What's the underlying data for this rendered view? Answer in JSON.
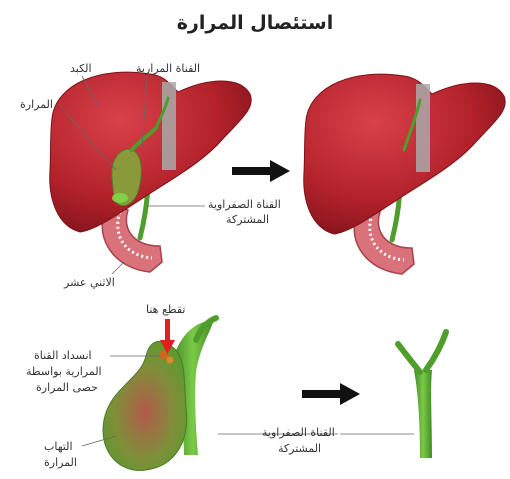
{
  "title": "استئصال المرارة",
  "labels": {
    "liver": "الكبد",
    "cystic_duct": "القناة المرارية",
    "gallbladder": "المرارة",
    "common_bile_duct_l1": "القناة الصفراوية",
    "common_bile_duct_l2": "المشتركة",
    "duodenum": "الاثني عشر",
    "cut_here": "تقطع هنا",
    "obstruction_l1": "انسداد القناة",
    "obstruction_l2": "المرارية بواسطة",
    "obstruction_l3": "حصى المرارة",
    "inflammation_l1": "التهاب",
    "inflammation_l2": "المرارة",
    "common_bile_duct2_l1": "القناة الصفراوية",
    "common_bile_duct2_l2": "المشتركة"
  },
  "colors": {
    "liver": "#b3222b",
    "liver_dark": "#7d1219",
    "duct": "#5aa832",
    "gallbladder": "#8a9a3a",
    "duodenum": "#d9727a",
    "arrow": "#111111",
    "cut_arrow": "#e02020"
  }
}
